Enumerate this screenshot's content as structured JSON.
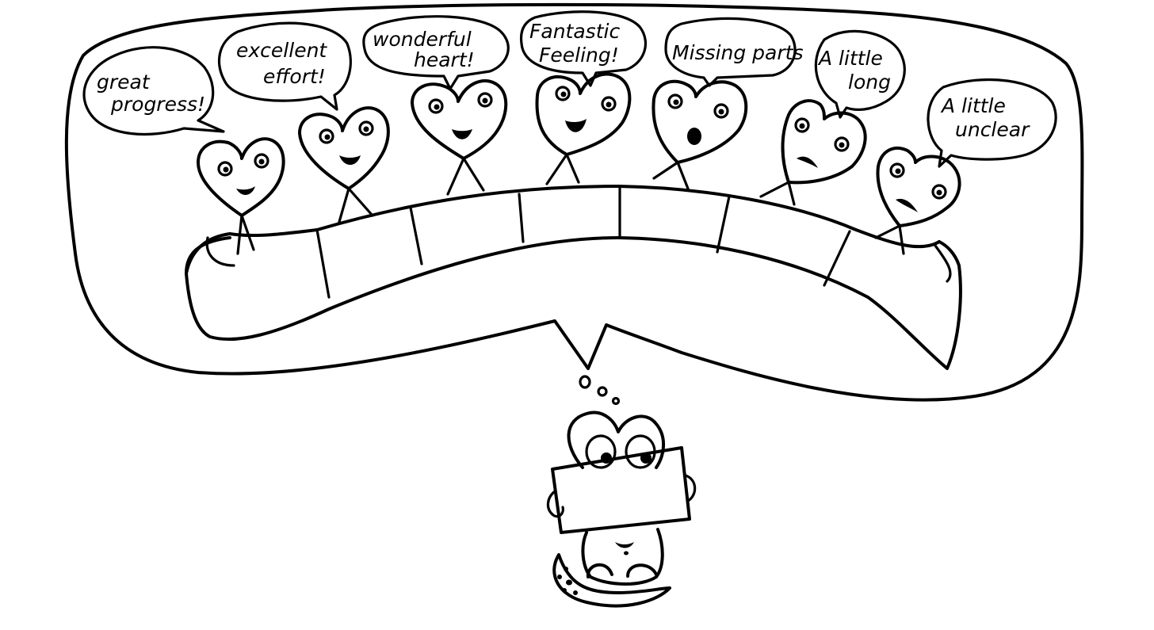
{
  "hearts": [
    {
      "speech_line1": "great",
      "speech_line2": "progress!",
      "mood": "happy"
    },
    {
      "speech_line1": "excellent",
      "speech_line2": "effort!",
      "mood": "happy"
    },
    {
      "speech_line1": "wonderful",
      "speech_line2": "heart!",
      "mood": "happy"
    },
    {
      "speech_line1": "Fantastic",
      "speech_line2": "Feeling!",
      "mood": "happy"
    },
    {
      "speech_line1": "Missing parts",
      "speech_line2": "",
      "mood": "surprised"
    },
    {
      "speech_line1": "A little",
      "speech_line2": "long",
      "mood": "worried"
    },
    {
      "speech_line1": "A little",
      "speech_line2": "unclear",
      "mood": "worried"
    }
  ],
  "colors": {
    "ink": "#000000",
    "paper": "#ffffff"
  },
  "icons": {
    "thought": "thought-bubble-icon",
    "bench": "bench-icon",
    "reader": "heart-reader-icon"
  }
}
